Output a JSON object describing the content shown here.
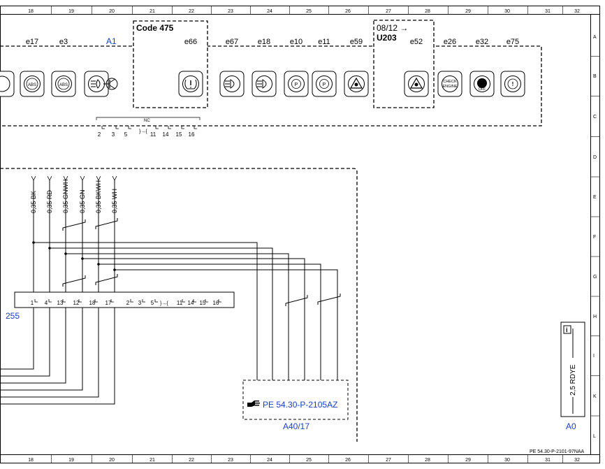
{
  "frame": {
    "columns": [
      "18",
      "19",
      "20",
      "21",
      "22",
      "23",
      "24",
      "25",
      "26",
      "27",
      "28",
      "29",
      "30",
      "31",
      "32"
    ],
    "rows": [
      "A",
      "B",
      "C",
      "D",
      "E",
      "F",
      "G",
      "H",
      "I",
      "K",
      "L"
    ]
  },
  "a1": {
    "label": "A1",
    "code_box_label": "Code 475",
    "date_box_label_1": "08/12 →",
    "date_box_label_2": "U203",
    "nc_label": "NC",
    "lamps": [
      {
        "id": "e17",
        "symbol": "gauge"
      },
      {
        "id": "e3",
        "symbol": "abs"
      },
      {
        "id": "",
        "symbol": "highbeam"
      },
      {
        "id": "",
        "symbol": "transistor"
      },
      {
        "id": "e66",
        "symbol": "tpms"
      },
      {
        "id": "e67",
        "symbol": "foglamp"
      },
      {
        "id": "e18",
        "symbol": "rearfog"
      },
      {
        "id": "e10",
        "symbol": "parking-p"
      },
      {
        "id": "e11",
        "symbol": "parking-p"
      },
      {
        "id": "e59",
        "symbol": "warning-a"
      },
      {
        "id": "e52",
        "symbol": "warning-b"
      },
      {
        "id": "e26",
        "symbol": "check-engine",
        "text": "CHECK ENGINE"
      },
      {
        "id": "e32",
        "symbol": "esp-off",
        "text": "OFF"
      },
      {
        "id": "e75",
        "symbol": "brake-warning"
      }
    ],
    "pins": [
      "2",
      "3",
      "5",
      "11",
      "14",
      "15",
      "16"
    ]
  },
  "wires": [
    {
      "label": "0,35 BK"
    },
    {
      "label": "0,35 RD"
    },
    {
      "label": "0,35 GNWH"
    },
    {
      "label": "0,35 GN"
    },
    {
      "label": "0,35 BKWH"
    },
    {
      "label": "0,35 WH"
    }
  ],
  "connector": {
    "label": "255",
    "pins": [
      "1",
      "4",
      "13",
      "12",
      "18",
      "17",
      "2",
      "3",
      "5",
      "11",
      "14",
      "15",
      "16"
    ]
  },
  "a40": {
    "label": "A40/17",
    "ref": "PE 54.30-P-2105AZ"
  },
  "a0": {
    "label": "A0",
    "wire": "2,5 RDYE",
    "info_icon": "i"
  },
  "doc_ref": "PE 54.30-P-2101-97NAA"
}
